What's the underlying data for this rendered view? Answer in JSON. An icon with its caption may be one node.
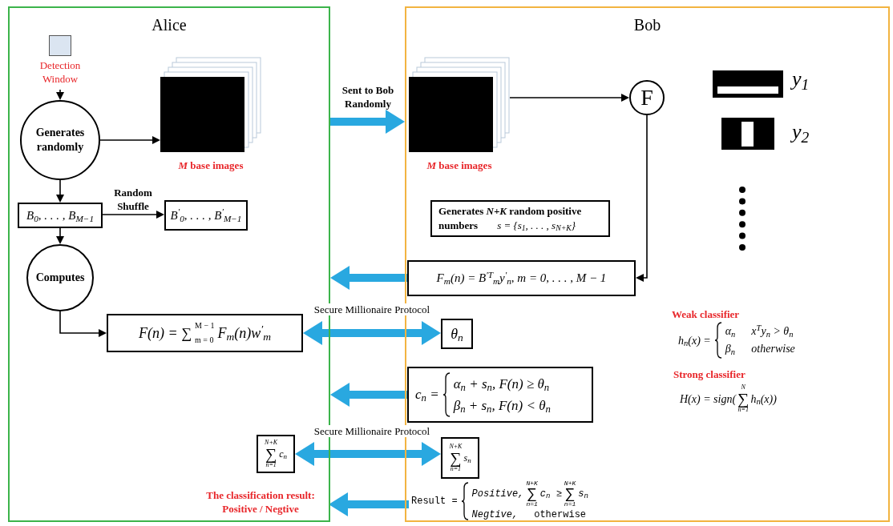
{
  "diagram": {
    "nodes": [
      {
        "text": [
          "Alice"
        ]
      },
      {
        "text": [
          "Bob"
        ]
      },
      {
        "text": [
          "Detection Window"
        ],
        "in": 0
      },
      {
        "text": [
          "Generates randomly"
        ],
        "in": 0
      },
      {
        "text": [],
        "shape": "box",
        "in": 0,
        "beside": [
          "*M* base images"
        ]
      },
      {
        "text": [
          "B$_{0}$, . . . , B$_{M−1}$"
        ],
        "in": 0
      },
      {
        "text": [
          "B$^{′}$$_{0}$, . . . , B$^{′}$$_{M−1}$"
        ],
        "in": 0
      },
      {
        "text": [
          "Computes"
        ],
        "in": 0
      },
      {
        "text": [
          "F(n) = ∑",
          "M − 1",
          "m = 0",
          "F$_{m}$(n)w$^{′}$$_{m}$"
        ],
        "in": 0
      },
      {
        "text": [
          "N+K",
          "∑",
          "n=1",
          "c$_{n}$"
        ],
        "in": 0
      },
      {
        "text": [
          "The classification result: Positive / Negtive"
        ],
        "in": 0
      },
      {
        "text": [],
        "shape": "box",
        "in": 1,
        "beside": [
          "*M* base images"
        ]
      },
      {
        "text": [
          "F"
        ],
        "in": 1
      },
      {
        "text": [
          "Generates *N+K* random positive numbers",
          "s = {s$_{1}$, . . . , s$_{N+K}$}"
        ],
        "in": 1
      },
      {
        "text": [
          "F$_{m}$(n) = B$^{′T}$$_{m}$y$^{′}$$_{n}$,  m = 0, . . . , M − 1"
        ],
        "in": 1
      },
      {
        "text": [
          "θ$_{n}$"
        ],
        "in": 1
      },
      {
        "text": [
          "c$_{n}$ =",
          "α$_{n}$ + s$_{n}$,  F(n) ≥ θ$_{n}$",
          "β$_{n}$ + s$_{n}$,  F(n) < θ$_{n}$"
        ],
        "in": 1
      },
      {
        "text": [
          "N+K",
          "∑",
          "n=1",
          "s$_{n}$"
        ],
        "in": 1
      },
      {
        "text": [
          "Result =",
          "Positive,",
          "N+K",
          "∑",
          "n=1",
          "c$_{n}$ ≥",
          "N+K",
          "∑",
          "n=1",
          "s$_{n}$",
          "Negtive,",
          "otherwise"
        ],
        "in": 1
      }
    ],
    "edges": [
      {
        "from": 2,
        "to": 3,
        "arrow": "to"
      },
      {
        "from": 3,
        "to": 4,
        "arrow": "to"
      },
      {
        "from": 3,
        "to": 5,
        "arrow": "to"
      },
      {
        "from": 5,
        "to": 6,
        "arrow": "to",
        "label": "Random Shuffle"
      },
      {
        "from": 5,
        "to": 7,
        "arrow": "to"
      },
      {
        "from": 7,
        "to": 8,
        "arrow": "to"
      },
      {
        "from": 0,
        "to": 1,
        "arrow": "to",
        "label": "Sent to Bob Randomly",
        "style": "thick",
        "color": "#29a8e0"
      },
      {
        "from": 11,
        "to": 12,
        "arrow": "to"
      },
      {
        "from": 12,
        "to": 14,
        "arrow": "to"
      },
      {
        "from": 14,
        "to": 0,
        "arrow": "to",
        "style": "thick",
        "color": "#29a8e0"
      },
      {
        "from": 8,
        "to": 15,
        "arrow": "both",
        "label": "Secure Millionaire Protocol",
        "style": "thick",
        "color": "#29a8e0"
      },
      {
        "from": 16,
        "to": 0,
        "arrow": "to",
        "style": "thick",
        "color": "#29a8e0"
      },
      {
        "from": 9,
        "to": 17,
        "arrow": "both",
        "label": "Secure Millionaire Protocol",
        "style": "thick",
        "color": "#29a8e0"
      },
      {
        "from": 18,
        "to": 10,
        "arrow": "to",
        "style": "thick",
        "color": "#29a8e0"
      }
    ],
    "labels": [
      "y$_{1}$",
      "y$_{2}$",
      "Weak classifier",
      "h$_{n}$(x) =",
      "α$_{n}$",
      "x$^{T}$y$_{n}$ > θ$_{n}$",
      "β$_{n}$",
      "otherwise",
      "Strong classifier",
      "H(x) = sign(",
      "N",
      "∑",
      "n=1",
      "h$_{n}$(x))"
    ]
  }
}
